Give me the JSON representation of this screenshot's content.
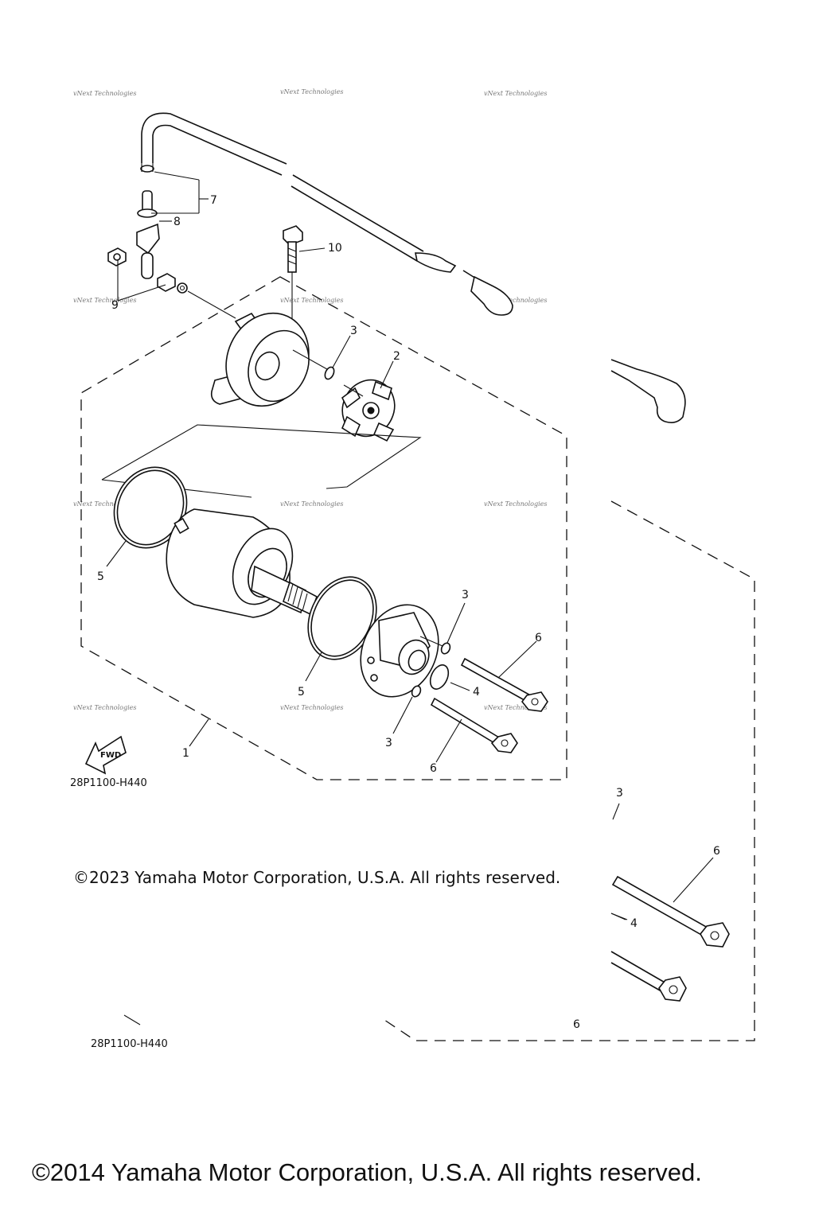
{
  "diagram": {
    "ref_code": "28P1100-H440",
    "ref_code_secondary": "28P1100-H440",
    "fwd_label": "FWD",
    "watermark": "vNext Technologies",
    "callouts": {
      "c1": "1",
      "c2": "2",
      "c3a": "3",
      "c3b": "3",
      "c3c": "3",
      "c3d": "3",
      "c4a": "4",
      "c4b": "4",
      "c5a": "5",
      "c5b": "5",
      "c6a": "6",
      "c6b": "6",
      "c6c": "6",
      "c6d": "6",
      "c7": "7",
      "c8": "8",
      "c9": "9",
      "c10": "10"
    }
  },
  "copyright": {
    "mid": "©2023 Yamaha Motor Corporation, U.S.A. All rights reserved.",
    "bottom": "©2014 Yamaha Motor Corporation, U.S.A. All rights reserved."
  }
}
